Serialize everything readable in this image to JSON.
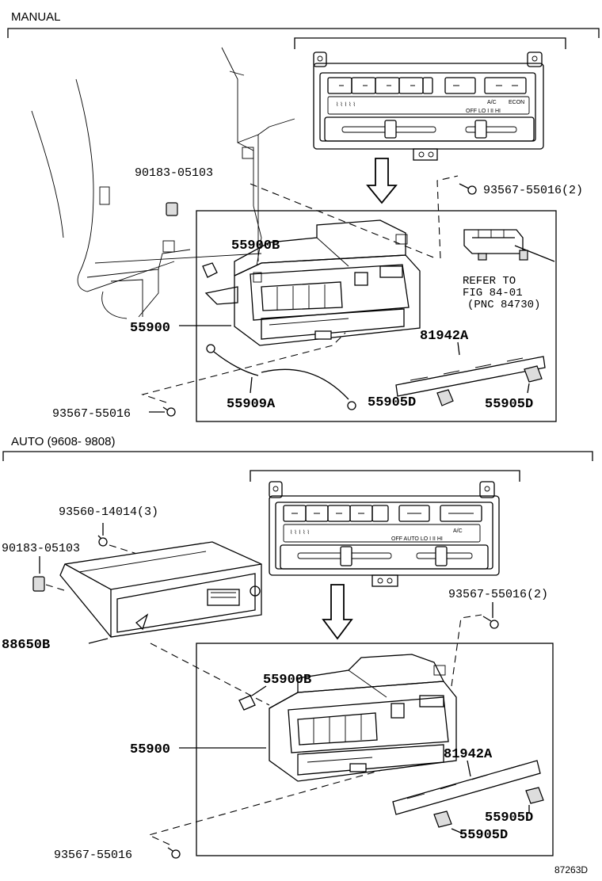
{
  "sections": {
    "manual": {
      "title": "MANUAL"
    },
    "auto": {
      "title": "AUTO (9608- 9808)"
    }
  },
  "manual_parts": {
    "p1": "90183-05103",
    "p2": "93567-55016(2)",
    "p3": "55900B",
    "p4": "55900",
    "p5": "81942A",
    "p6": "55909A",
    "p7": "55905D",
    "p8": "55905D",
    "p9": "93567-55016"
  },
  "manual_ref": {
    "line1": "REFER TO",
    "line2": "FIG 84-01",
    "line3": "(PNC 84730)"
  },
  "auto_parts": {
    "p1": "93560-14014(3)",
    "p2": "90183-05103",
    "p3": "93567-55016(2)",
    "p4": "88650B",
    "p5": "55900B",
    "p6": "55900",
    "p7": "81942A",
    "p8": "55905D",
    "p9": "55905D",
    "p10": "93567-55016"
  },
  "panel_text": {
    "manual_ac": "A/C",
    "manual_econ": "ECON",
    "manual_scale": "OFF LO I II HI",
    "auto_ac": "A/C",
    "auto_scale": "OFF AUTO LO I II HI"
  },
  "figure_id": "87263D"
}
